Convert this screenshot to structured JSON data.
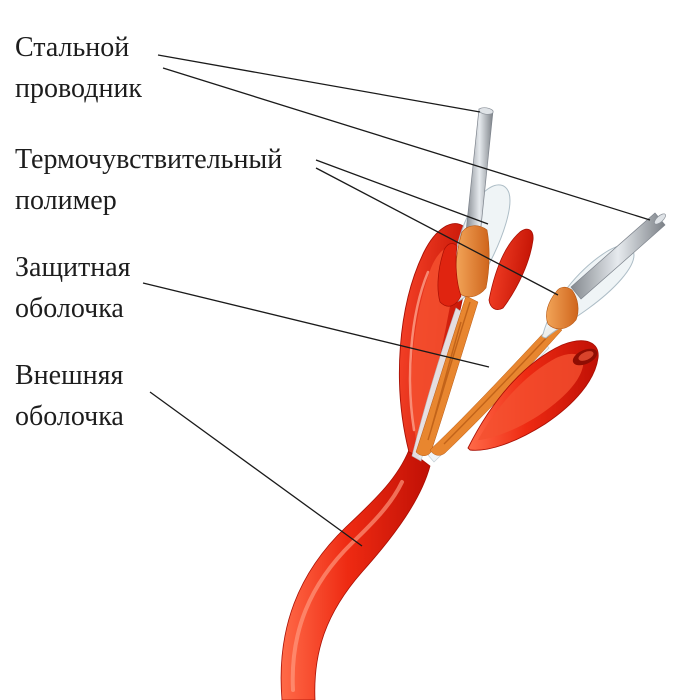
{
  "diagram": {
    "labels": [
      {
        "line1": "Стальной",
        "line2": "проводник"
      },
      {
        "line1": "Термочувствительный",
        "line2": "полимер"
      },
      {
        "line1": "Защитная",
        "line2": "оболочка"
      },
      {
        "line1": "Внешняя",
        "line2": "оболочка"
      }
    ],
    "colors": {
      "outer_sheath_red": "#e8281b",
      "outer_sheath_red_dark": "#a80f04",
      "polymer_orange": "#e0822f",
      "steel_gray": "#b9bfc6",
      "protective_sheath_white": "#eff4f6",
      "leader_line": "#1a1a1a",
      "text": "#1d1d1d",
      "background": "#ffffff"
    }
  }
}
